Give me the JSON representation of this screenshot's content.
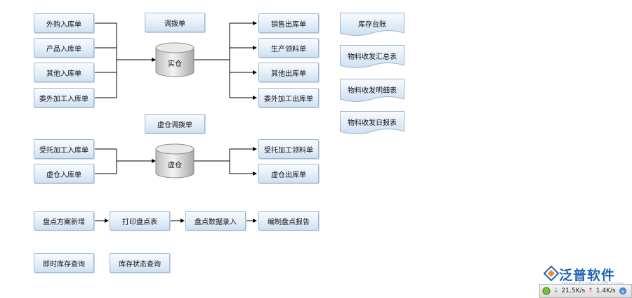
{
  "inbound": {
    "purchase_in": "外购入库单",
    "product_in": "产品入库单",
    "other_in": "其他入库单",
    "outsourced_in": "委外加工入库单"
  },
  "transfer": "调拨单",
  "real_warehouse": "实仓",
  "outbound": {
    "sales_out": "销售出库单",
    "production_issue": "生产领料单",
    "other_out": "其他出库单",
    "outsourced_out": "委外加工出库单"
  },
  "reports": {
    "stock_ledger": "库存台账",
    "summary": "物料收发汇总表",
    "detail": "物料收发明细表",
    "daily": "物料收发日报表"
  },
  "virtual_transfer": "虚仓调拨单",
  "virtual_warehouse": "虚仓",
  "virtual_in": {
    "consigned_in": "受托加工入库单",
    "virtual_in": "虚仓入库单"
  },
  "virtual_out": {
    "consigned_issue": "受托加工领料单",
    "virtual_out": "虚仓出库单"
  },
  "stocktake": {
    "plan": "盘点方案新增",
    "print": "打印盘点表",
    "entry": "盘点数据录入",
    "report": "编制盘点报告"
  },
  "queries": {
    "realtime": "即时库存查询",
    "status": "库存状态查询"
  },
  "logo": {
    "name": "泛普软件",
    "url": "www.fanpusoft.com"
  },
  "statusbar": {
    "down": "21.5K/s",
    "up": "1.4K/s"
  },
  "colors": {
    "button_border": "#9fb6d2",
    "button_fill": "#e4eef9",
    "line": "#000000",
    "logo_blue": "#1e63b4"
  }
}
